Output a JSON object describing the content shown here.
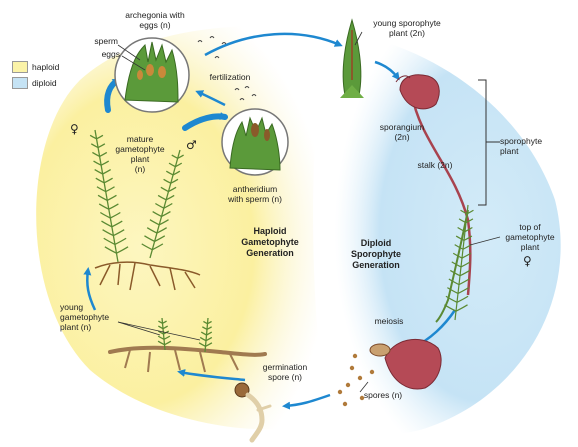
{
  "legend": {
    "items": [
      {
        "label": "haploid",
        "color": "#fbf3a8"
      },
      {
        "label": "diploid",
        "color": "#c5e3f5"
      }
    ]
  },
  "labels": {
    "archegonia": "archegonia with\neggs (n)",
    "sperm": "sperm",
    "eggs": "eggs",
    "fertilization": "fertilization",
    "young_sporophyte": "young sporophyte\nplant (2n)",
    "sporangium": "sporangium\n(2n)",
    "stalk": "stalk (2n)",
    "sporophyte_plant": "sporophyte\nplant",
    "top_gametophyte": "top of\ngametophyte\nplant",
    "mature_gametophyte": "mature\ngametophyte\nplant\n(n)",
    "antheridium": "antheridium\nwith sperm (n)",
    "haploid_generation": "Haploid\nGametophyte\nGeneration",
    "diploid_generation": "Diploid\nSporophyte\nGeneration",
    "meiosis": "meiosis",
    "young_gametophyte": "young\ngametophyte\nplant (n)",
    "germination": "germination\nspore (n)",
    "spores": "spores (n)"
  },
  "symbols": {
    "female": "♀",
    "male": "♂"
  },
  "colors": {
    "haploid_bg": "#fbf3a8",
    "diploid_bg": "#c5e3f5",
    "arrow": "#1e88d0",
    "plant_green": "#6a9a3a",
    "capsule": "#a8434f"
  }
}
